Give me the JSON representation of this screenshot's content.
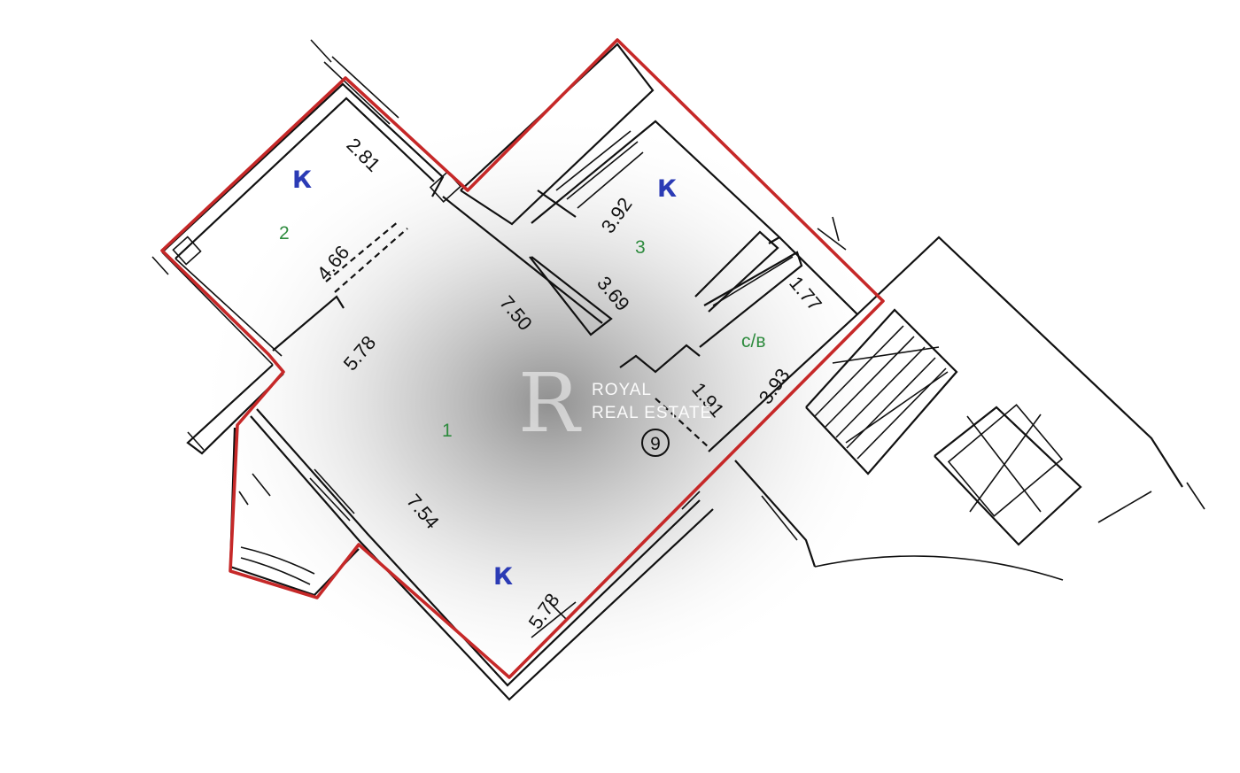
{
  "plan": {
    "rooms": [
      {
        "id": "1",
        "number": "1",
        "type_mark": "К"
      },
      {
        "id": "2",
        "number": "2",
        "type_mark": "К"
      },
      {
        "id": "3",
        "number": "3",
        "type_mark": "К"
      },
      {
        "id": "bath",
        "label": "с/в"
      }
    ],
    "dimensions": {
      "d281": "2.81",
      "d466": "4.66",
      "d578a": "5.78",
      "d750": "7.50",
      "d392": "3.92",
      "d369": "3.69",
      "d177": "1.77",
      "d393": "3.93",
      "d191": "1.91",
      "d754": "7.54",
      "d578b": "5.78"
    },
    "unit_marker": "9",
    "colors": {
      "walls": "#111111",
      "apartment_outline": "#c62828",
      "room_numbers": "#2e8b3e",
      "room_type_marks": "#2b3bb5"
    }
  },
  "watermark": {
    "brand_line1": "ROYAL",
    "brand_line2": "REAL ESTATE",
    "logo_letter": "R"
  }
}
